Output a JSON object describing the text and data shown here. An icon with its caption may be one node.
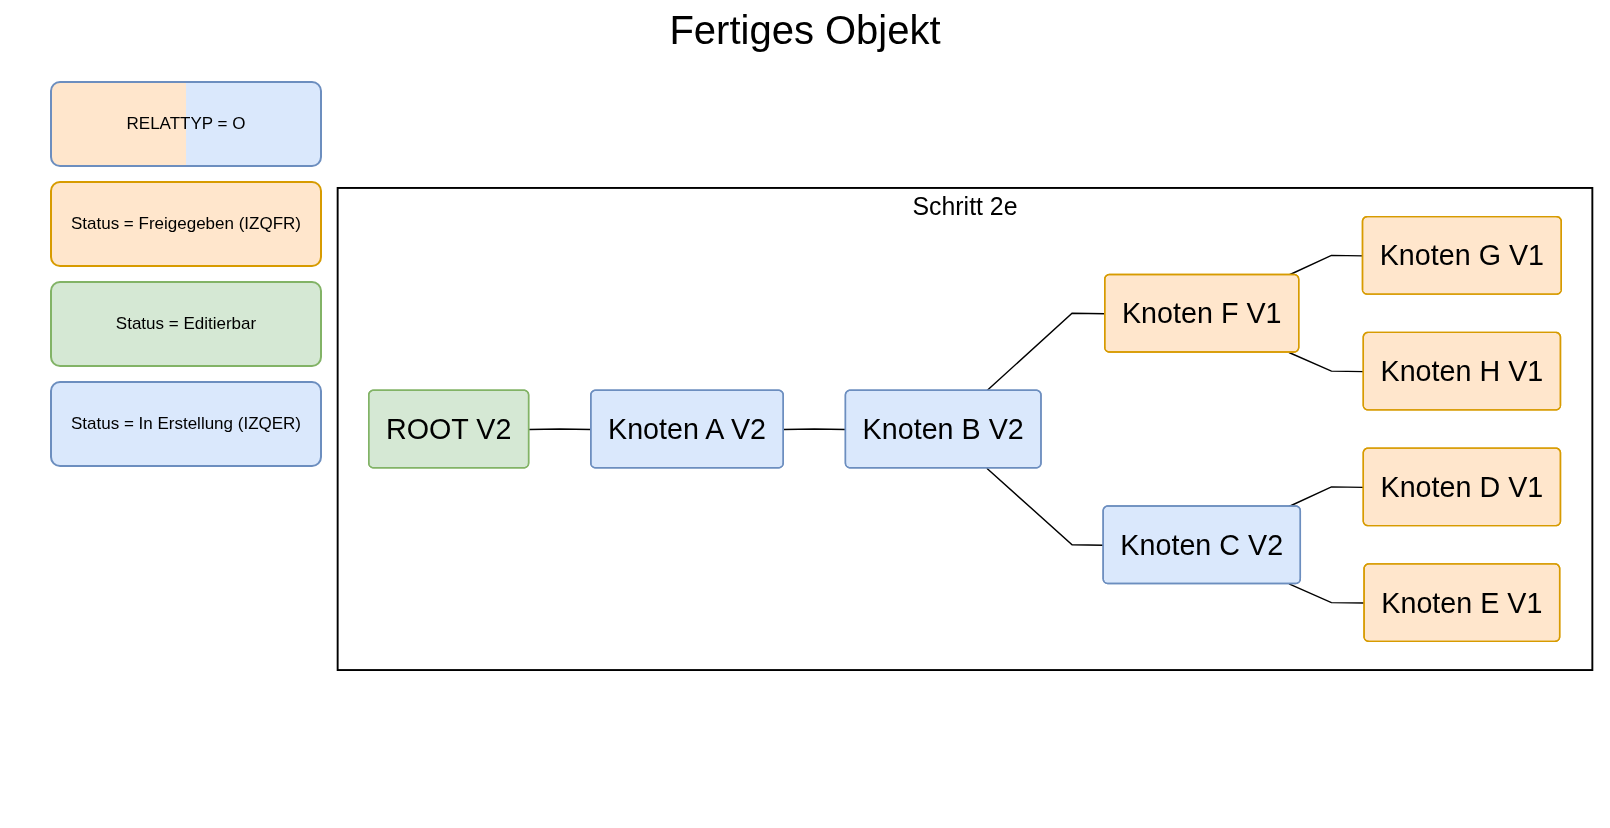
{
  "diagram": {
    "title": "Fertiges Objekt",
    "nodes": [
      {
        "text": [
          "Schritt 2e"
        ]
      },
      {
        "text": [
          "ROOT V2"
        ],
        "in": 0
      },
      {
        "text": [
          "Knoten A V2"
        ],
        "in": 0
      },
      {
        "text": [
          "Knoten B V2"
        ],
        "in": 0
      },
      {
        "text": [
          "Knoten F V1"
        ],
        "in": 0
      },
      {
        "text": [
          "Knoten C V2"
        ],
        "in": 0
      },
      {
        "text": [
          "Knoten G V1"
        ],
        "in": 0
      },
      {
        "text": [
          "Knoten H V1"
        ],
        "in": 0
      },
      {
        "text": [
          "Knoten D V1"
        ],
        "in": 0
      },
      {
        "text": [
          "Knoten E V1"
        ],
        "in": 0
      }
    ],
    "edges": [
      {
        "from": 1,
        "to": 2,
        "arrow": "none"
      },
      {
        "from": 2,
        "to": 3,
        "arrow": "none"
      },
      {
        "from": 3,
        "to": 4,
        "arrow": "none"
      },
      {
        "from": 3,
        "to": 5,
        "arrow": "none"
      },
      {
        "from": 4,
        "to": 6,
        "arrow": "none"
      },
      {
        "from": 4,
        "to": 7,
        "arrow": "none"
      },
      {
        "from": 5,
        "to": 8,
        "arrow": "none"
      },
      {
        "from": 5,
        "to": 9,
        "arrow": "none"
      }
    ],
    "legend": [
      {
        "text": "RELATTYP = O"
      },
      {
        "text": "Status = Freigegeben (IZQFR)",
        "color": "#ffe6cc"
      },
      {
        "text": "Status = Editierbar",
        "color": "#d5e8d4"
      },
      {
        "text": "Status = In Erstellung (IZQER)",
        "color": "#dae8fc"
      }
    ]
  }
}
